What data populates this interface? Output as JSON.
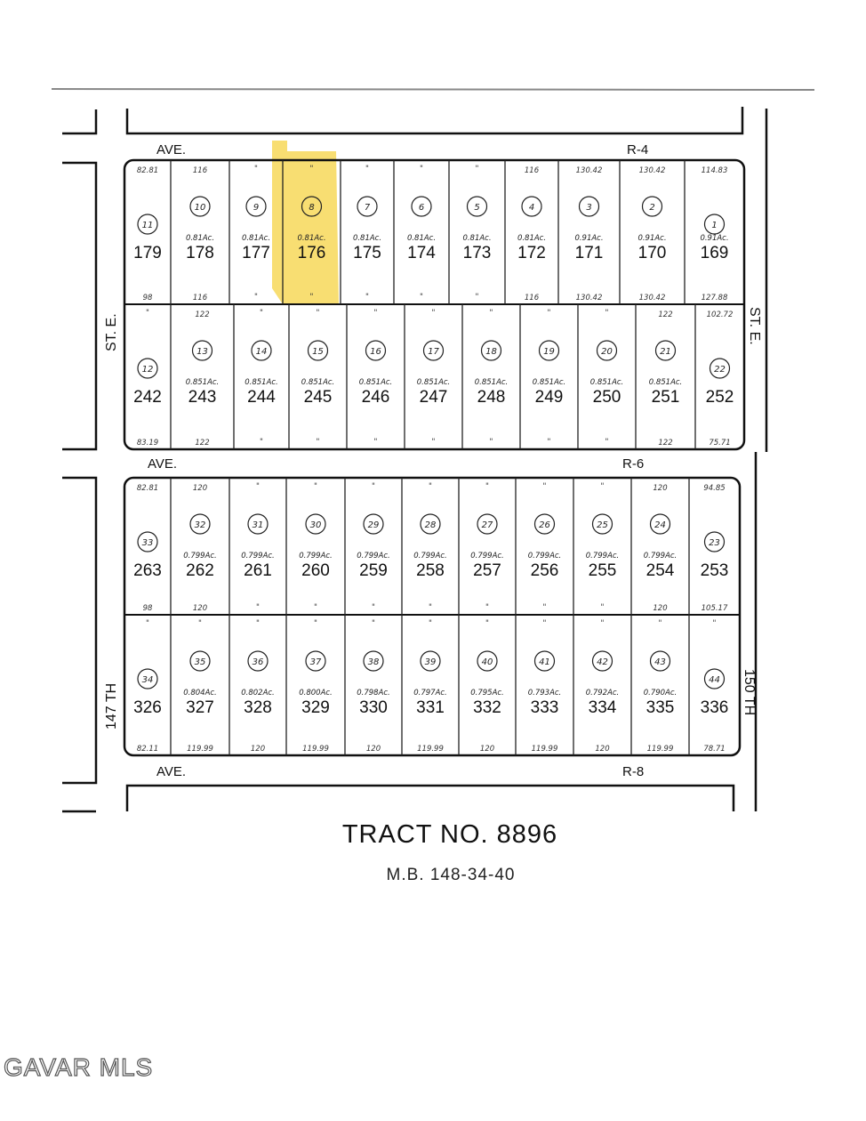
{
  "roads": {
    "top": "AVE.",
    "top_code": "R-4",
    "middle": "AVE.",
    "middle_code": "R-6",
    "bottom": "AVE.",
    "bottom_code": "R-8",
    "left_upper": "ST. E.",
    "right_upper": "ST. E.",
    "left_lower": "147 TH",
    "right_lower": "150 TH"
  },
  "highlight_color": "#f5d13c",
  "rows": [
    {
      "lots": [
        {
          "num": "179",
          "circle": "11",
          "acre": ""
        },
        {
          "num": "178",
          "circle": "10",
          "acre": "0.81Ac."
        },
        {
          "num": "177",
          "circle": "9",
          "acre": "0.81Ac."
        },
        {
          "num": "176",
          "circle": "8",
          "acre": "0.81Ac.",
          "highlighted": true
        },
        {
          "num": "175",
          "circle": "7",
          "acre": "0.81Ac."
        },
        {
          "num": "174",
          "circle": "6",
          "acre": "0.81Ac."
        },
        {
          "num": "173",
          "circle": "5",
          "acre": "0.81Ac."
        },
        {
          "num": "172",
          "circle": "4",
          "acre": "0.81Ac."
        },
        {
          "num": "171",
          "circle": "3",
          "acre": "0.91Ac."
        },
        {
          "num": "170",
          "circle": "2",
          "acre": "0.91Ac."
        },
        {
          "num": "169",
          "circle": "1",
          "acre": "0.91Ac."
        }
      ],
      "top_dims": [
        "82.81",
        "116",
        "",
        "",
        "",
        "",
        "",
        "116",
        "130.42",
        "130.42",
        "114.83"
      ],
      "bottom_dims": [
        "98",
        "116",
        "",
        "",
        "",
        "",
        "",
        "116",
        "130.42",
        "130.42",
        "127.88"
      ]
    },
    {
      "lots": [
        {
          "num": "242",
          "circle": "12",
          "acre": ""
        },
        {
          "num": "243",
          "circle": "13",
          "acre": "0.851Ac."
        },
        {
          "num": "244",
          "circle": "14",
          "acre": "0.851Ac."
        },
        {
          "num": "245",
          "circle": "15",
          "acre": "0.851Ac."
        },
        {
          "num": "246",
          "circle": "16",
          "acre": "0.851Ac."
        },
        {
          "num": "247",
          "circle": "17",
          "acre": "0.851Ac."
        },
        {
          "num": "248",
          "circle": "18",
          "acre": "0.851Ac."
        },
        {
          "num": "249",
          "circle": "19",
          "acre": "0.851Ac."
        },
        {
          "num": "250",
          "circle": "20",
          "acre": "0.851Ac."
        },
        {
          "num": "251",
          "circle": "21",
          "acre": "0.851Ac."
        },
        {
          "num": "252",
          "circle": "22",
          "acre": ""
        }
      ],
      "top_dims": [
        "",
        "122",
        "",
        "",
        "",
        "",
        "",
        "",
        "",
        "122",
        "102.72"
      ],
      "bottom_dims": [
        "83.19",
        "122",
        "",
        "",
        "",
        "",
        "",
        "",
        "",
        "122",
        "75.71"
      ]
    },
    {
      "lots": [
        {
          "num": "263",
          "circle": "33",
          "acre": ""
        },
        {
          "num": "262",
          "circle": "32",
          "acre": "0.799Ac."
        },
        {
          "num": "261",
          "circle": "31",
          "acre": "0.799Ac."
        },
        {
          "num": "260",
          "circle": "30",
          "acre": "0.799Ac."
        },
        {
          "num": "259",
          "circle": "29",
          "acre": "0.799Ac."
        },
        {
          "num": "258",
          "circle": "28",
          "acre": "0.799Ac."
        },
        {
          "num": "257",
          "circle": "27",
          "acre": "0.799Ac."
        },
        {
          "num": "256",
          "circle": "26",
          "acre": "0.799Ac."
        },
        {
          "num": "255",
          "circle": "25",
          "acre": "0.799Ac."
        },
        {
          "num": "254",
          "circle": "24",
          "acre": "0.799Ac."
        },
        {
          "num": "253",
          "circle": "23",
          "acre": ""
        }
      ],
      "top_dims": [
        "82.81",
        "120",
        "",
        "",
        "",
        "",
        "",
        "",
        "",
        "120",
        "94.85"
      ],
      "bottom_dims": [
        "98",
        "120",
        "",
        "",
        "",
        "",
        "",
        "",
        "",
        "120",
        "105.17"
      ]
    },
    {
      "lots": [
        {
          "num": "326",
          "circle": "34",
          "acre": ""
        },
        {
          "num": "327",
          "circle": "35",
          "acre": "0.804Ac."
        },
        {
          "num": "328",
          "circle": "36",
          "acre": "0.802Ac."
        },
        {
          "num": "329",
          "circle": "37",
          "acre": "0.800Ac."
        },
        {
          "num": "330",
          "circle": "38",
          "acre": "0.798Ac."
        },
        {
          "num": "331",
          "circle": "39",
          "acre": "0.797Ac."
        },
        {
          "num": "332",
          "circle": "40",
          "acre": "0.795Ac."
        },
        {
          "num": "333",
          "circle": "41",
          "acre": "0.793Ac."
        },
        {
          "num": "334",
          "circle": "42",
          "acre": "0.792Ac."
        },
        {
          "num": "335",
          "circle": "43",
          "acre": "0.790Ac."
        },
        {
          "num": "336",
          "circle": "44",
          "acre": ""
        }
      ],
      "top_dims": [
        "",
        "",
        "",
        "",
        "",
        "",
        "",
        "",
        "",
        "",
        ""
      ],
      "bottom_dims": [
        "82.11",
        "119.99",
        "120",
        "119.99",
        "120",
        "119.99",
        "120",
        "119.99",
        "120",
        "119.99",
        "78.71"
      ]
    }
  ],
  "tract": {
    "title": "TRACT NO. 8896",
    "subtitle": "M.B. 148-34-40"
  },
  "watermark": "GAVAR MLS"
}
